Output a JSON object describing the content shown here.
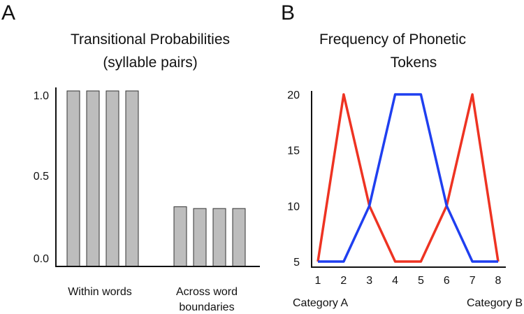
{
  "panels": {
    "a_letter": "A",
    "b_letter": "B"
  },
  "colors": {
    "bar_fill": "#bdbdbd",
    "bar_stroke": "#333333",
    "red_line": "#ee3322",
    "blue_line": "#1f3ff0"
  },
  "chart_data": [
    {
      "type": "bar",
      "title": "Transitional Probabilities",
      "subtitle": "(syllable pairs)",
      "groups": [
        {
          "label": [
            "Within words"
          ],
          "values": [
            1.0,
            1.0,
            1.0,
            1.0
          ]
        },
        {
          "label": [
            "Across word",
            "boundaries"
          ],
          "values": [
            0.34,
            0.33,
            0.33,
            0.33
          ]
        }
      ],
      "yticks": [
        "1.0",
        "0.5",
        "0.0"
      ],
      "ylim": [
        0,
        1.0
      ],
      "grid": false,
      "legend": "none"
    },
    {
      "type": "line",
      "title": "Frequency of Phonetic",
      "subtitle": "Tokens",
      "x": [
        1,
        2,
        3,
        4,
        5,
        6,
        7,
        8
      ],
      "xticks": [
        "1",
        "2",
        "3",
        "4",
        "5",
        "6",
        "7",
        "8"
      ],
      "yticks": [
        "20",
        "15",
        "10",
        "5"
      ],
      "ylim": [
        5,
        20
      ],
      "category_labels": {
        "left": "Category A",
        "right": "Category B"
      },
      "series": [
        {
          "color": "red",
          "values": [
            5,
            20,
            10,
            5,
            5,
            10,
            20,
            5
          ]
        },
        {
          "color": "blue",
          "values": [
            5,
            5,
            10,
            20,
            20,
            10,
            5,
            5
          ]
        }
      ],
      "grid": false,
      "legend": "none"
    }
  ]
}
